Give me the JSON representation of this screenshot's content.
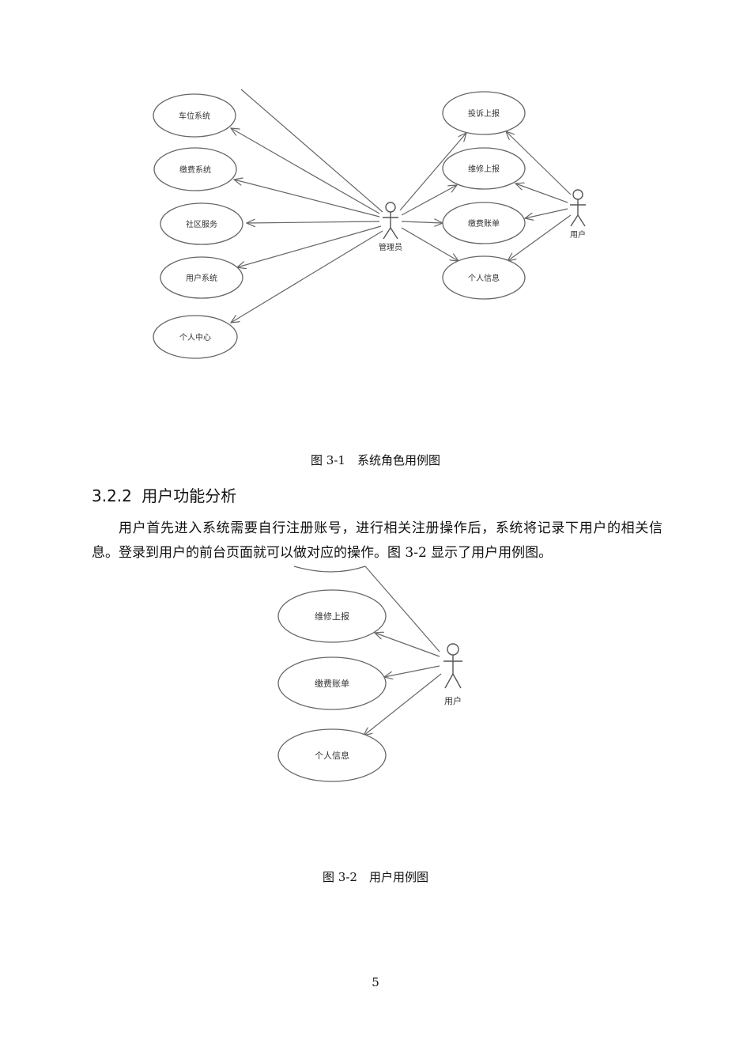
{
  "figure1": {
    "admin_label": "管理员",
    "user_label": "用户",
    "left_cases": [
      "车位系统",
      "缴费系统",
      "社区服务",
      "用户系统",
      "个人中心"
    ],
    "right_cases": [
      "投诉上报",
      "维修上报",
      "缴费账单",
      "个人信息"
    ],
    "caption": "图 3-1　系统角色用例图"
  },
  "section": {
    "number": "3.2.2",
    "title": "用户功能分析",
    "paragraph": "用户首先进入系统需要自行注册账号，进行相关注册操作后，系统将记录下用户的相关信息。登录到用户的前台页面就可以做对应的操作。图 3-2 显示了用户用例图。"
  },
  "figure2": {
    "user_label": "用户",
    "cases": [
      "维修上报",
      "缴费账单",
      "个人信息"
    ],
    "caption": "图 3-2　用户用例图"
  },
  "page_number": "5"
}
